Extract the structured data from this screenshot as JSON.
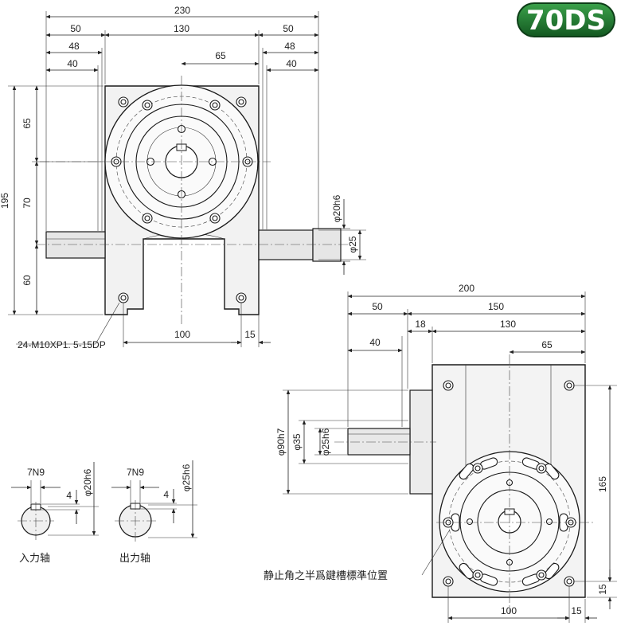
{
  "badge": {
    "label": "70DS",
    "color": "#1f6f2e"
  },
  "front_view": {
    "dims_top": [
      "230",
      "50",
      "130",
      "50",
      "48",
      "48",
      "40",
      "40",
      "65"
    ],
    "dims_left": [
      "195",
      "65",
      "70",
      "60"
    ],
    "dims_shaft": [
      "φ20h6",
      "φ25"
    ],
    "dims_bottom": [
      "100",
      "15"
    ],
    "tap_note": "24-M10XP1. 5-15DP"
  },
  "side_view": {
    "dims_top": [
      "200",
      "50",
      "150",
      "18",
      "130",
      "40",
      "65"
    ],
    "dims_left": [
      "φ90h7",
      "φ35",
      "φ25h6"
    ],
    "dims_right": [
      "165",
      "15"
    ],
    "dims_bottom": [
      "100",
      "15"
    ],
    "stop_note": "静止角之半爲鍵槽標準位置"
  },
  "shaft_details": {
    "input": {
      "key": "7N9",
      "depth": "4",
      "dia": "φ20h6",
      "label": "入力轴"
    },
    "output": {
      "key": "7N9",
      "depth": "4",
      "dia": "φ25h6",
      "label": "出力轴"
    }
  }
}
